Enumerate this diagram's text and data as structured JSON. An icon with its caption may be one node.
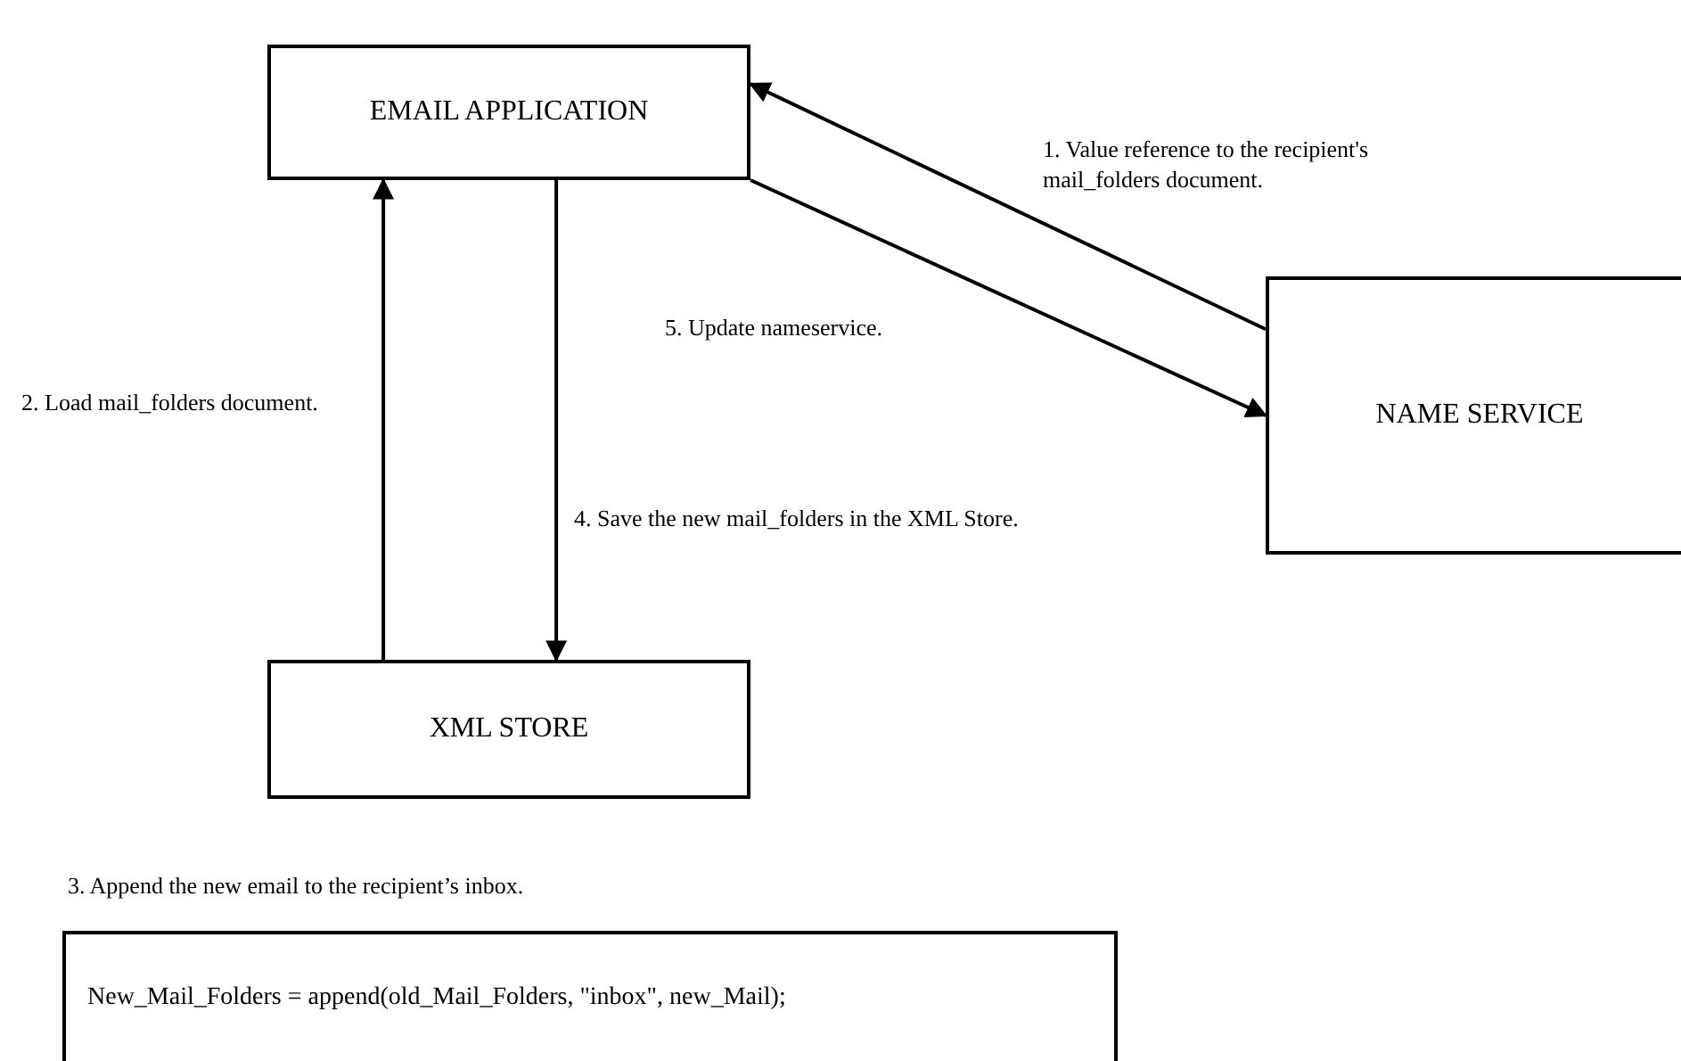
{
  "diagram": {
    "nodes": [
      {
        "text": [
          "EMAIL APPLICATION"
        ]
      },
      {
        "text": [
          "NAME SERVICE"
        ]
      },
      {
        "text": [
          "XML STORE"
        ]
      },
      {
        "text": [
          "3. Append the new email to the recipient’s inbox.",
          "New_Mail_Folders = append(old_Mail_Folders, \"inbox\", new_Mail);"
        ]
      }
    ],
    "edges": [
      {
        "from": 1,
        "to": 0,
        "arrow": "to",
        "label": "1. Value reference to the recipient's mail_folders document."
      },
      {
        "from": 0,
        "to": 1,
        "arrow": "to",
        "label": "5. Update nameservice."
      },
      {
        "from": 2,
        "to": 0,
        "arrow": "to",
        "label": "2. Load mail_folders document."
      },
      {
        "from": 0,
        "to": 2,
        "arrow": "to",
        "label": "4. Save the new mail_folders in the XML Store."
      }
    ]
  }
}
